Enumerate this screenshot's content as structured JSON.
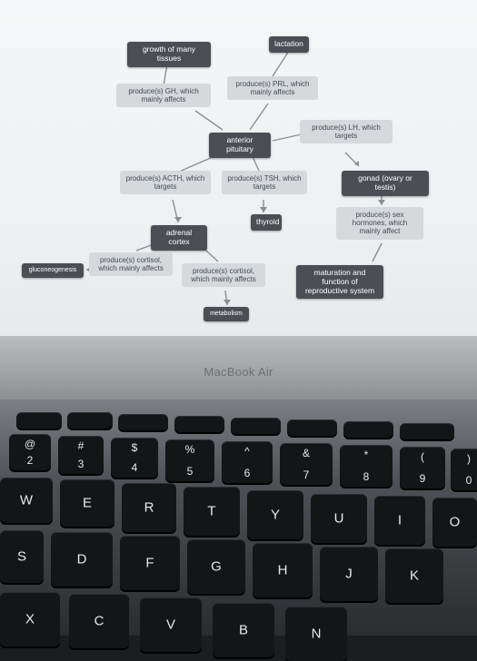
{
  "concept_map": {
    "growth": "growth of many tissues",
    "lactation": "lactation",
    "gh": "produce(s) GH, which mainly affects",
    "prl": "produce(s) PRL, which mainly affects",
    "anterior": "anterior pituitary",
    "lh": "produce(s) LH, which targets",
    "acth": "produce(s) ACTH, which targets",
    "tsh": "produce(s) TSH, which targets",
    "gonad": "gonad (ovary or testis)",
    "thyroid": "thyroid",
    "adrenal": "adrenal cortex",
    "sex": "produce(s) sex hormones, which mainly affect",
    "cortisol_left": "produce(s) cortisol, which mainly affects",
    "gluconeogenesis": "gluconeogenesis",
    "cortisol_mid": "produce(s) cortisol, which mainly affects",
    "maturation": "maturation and function of reproductive system",
    "metabolism": "metabolism"
  },
  "laptop": {
    "brand": "MacBook Air"
  },
  "keyboard": {
    "row1": [
      {
        "top": "@",
        "bot": "2"
      },
      {
        "top": "#",
        "bot": "3"
      },
      {
        "top": "$",
        "bot": "4"
      },
      {
        "top": "%",
        "bot": "5"
      },
      {
        "top": "^",
        "bot": "6"
      },
      {
        "top": "&",
        "bot": "7"
      },
      {
        "top": "*",
        "bot": "8"
      },
      {
        "top": "(",
        "bot": "9"
      },
      {
        "top": ")",
        "bot": "0"
      }
    ],
    "row2": [
      "W",
      "E",
      "R",
      "T",
      "Y",
      "U",
      "I",
      "O"
    ],
    "row3": [
      "S",
      "D",
      "F",
      "G",
      "H",
      "J",
      "K"
    ],
    "row4": [
      "X",
      "C",
      "V",
      "B",
      "N"
    ]
  }
}
